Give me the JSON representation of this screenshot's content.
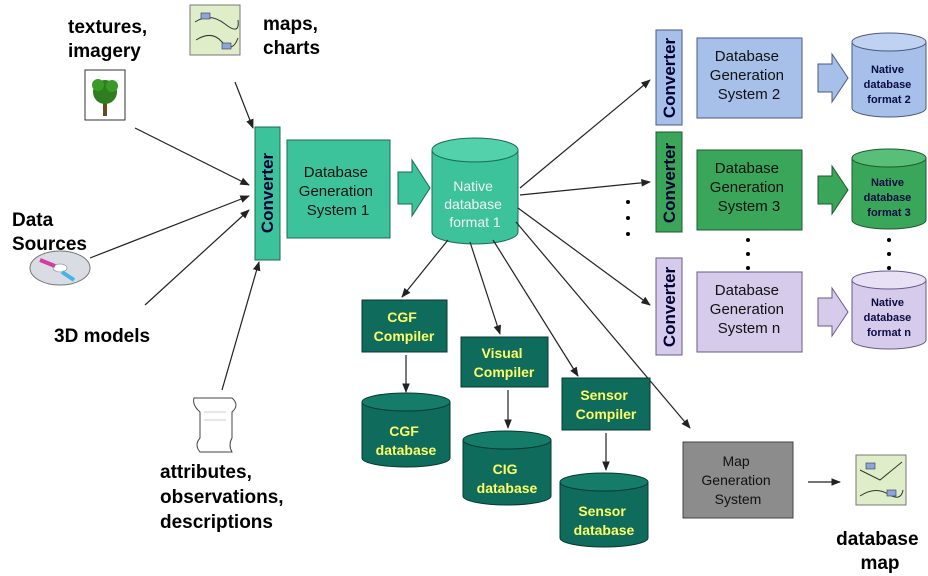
{
  "sources": {
    "textures": [
      "textures,",
      "imagery"
    ],
    "maps": [
      "maps,",
      "charts"
    ],
    "data_sources": [
      "Data",
      "Sources"
    ],
    "models": "3D models",
    "attributes": [
      "attributes,",
      "observations,",
      "descriptions"
    ]
  },
  "converter_label": "Converter",
  "dgs1": [
    "Database",
    "Generation",
    "System 1"
  ],
  "native1": [
    "Native",
    "database",
    "format  1"
  ],
  "compilers": {
    "cgf": [
      "CGF",
      "Compiler"
    ],
    "visual": [
      "Visual",
      "Compiler"
    ],
    "sensor": [
      "Sensor",
      "Compiler"
    ]
  },
  "databases": {
    "cgf": [
      "CGF",
      "database"
    ],
    "cig": [
      "CIG",
      "database"
    ],
    "sensor": [
      "Sensor",
      "database"
    ]
  },
  "dgs2": [
    "Database",
    "Generation",
    "System 2"
  ],
  "dgs3": [
    "Database",
    "Generation",
    "System 3"
  ],
  "dgsn": [
    "Database",
    "Generation",
    "System n"
  ],
  "native2": [
    "Native",
    "database",
    "format 2"
  ],
  "native3": [
    "Native",
    "database",
    "format 3"
  ],
  "nativen": [
    "Native",
    "database",
    "format n"
  ],
  "mapgen": [
    "Map",
    "Generation",
    "System"
  ],
  "dbmap": [
    "database",
    "map"
  ],
  "colors": {
    "teal": "#3cc39c",
    "dark_green": "#0f6b5b",
    "blue": "#a6c0ea",
    "green": "#3aa65a",
    "lavender": "#d6cbea",
    "gray": "#8c8c8c",
    "compiler_text": "#ffff66"
  },
  "icons": [
    "tree-icon",
    "map-icon",
    "cd-icon",
    "scroll-icon"
  ]
}
